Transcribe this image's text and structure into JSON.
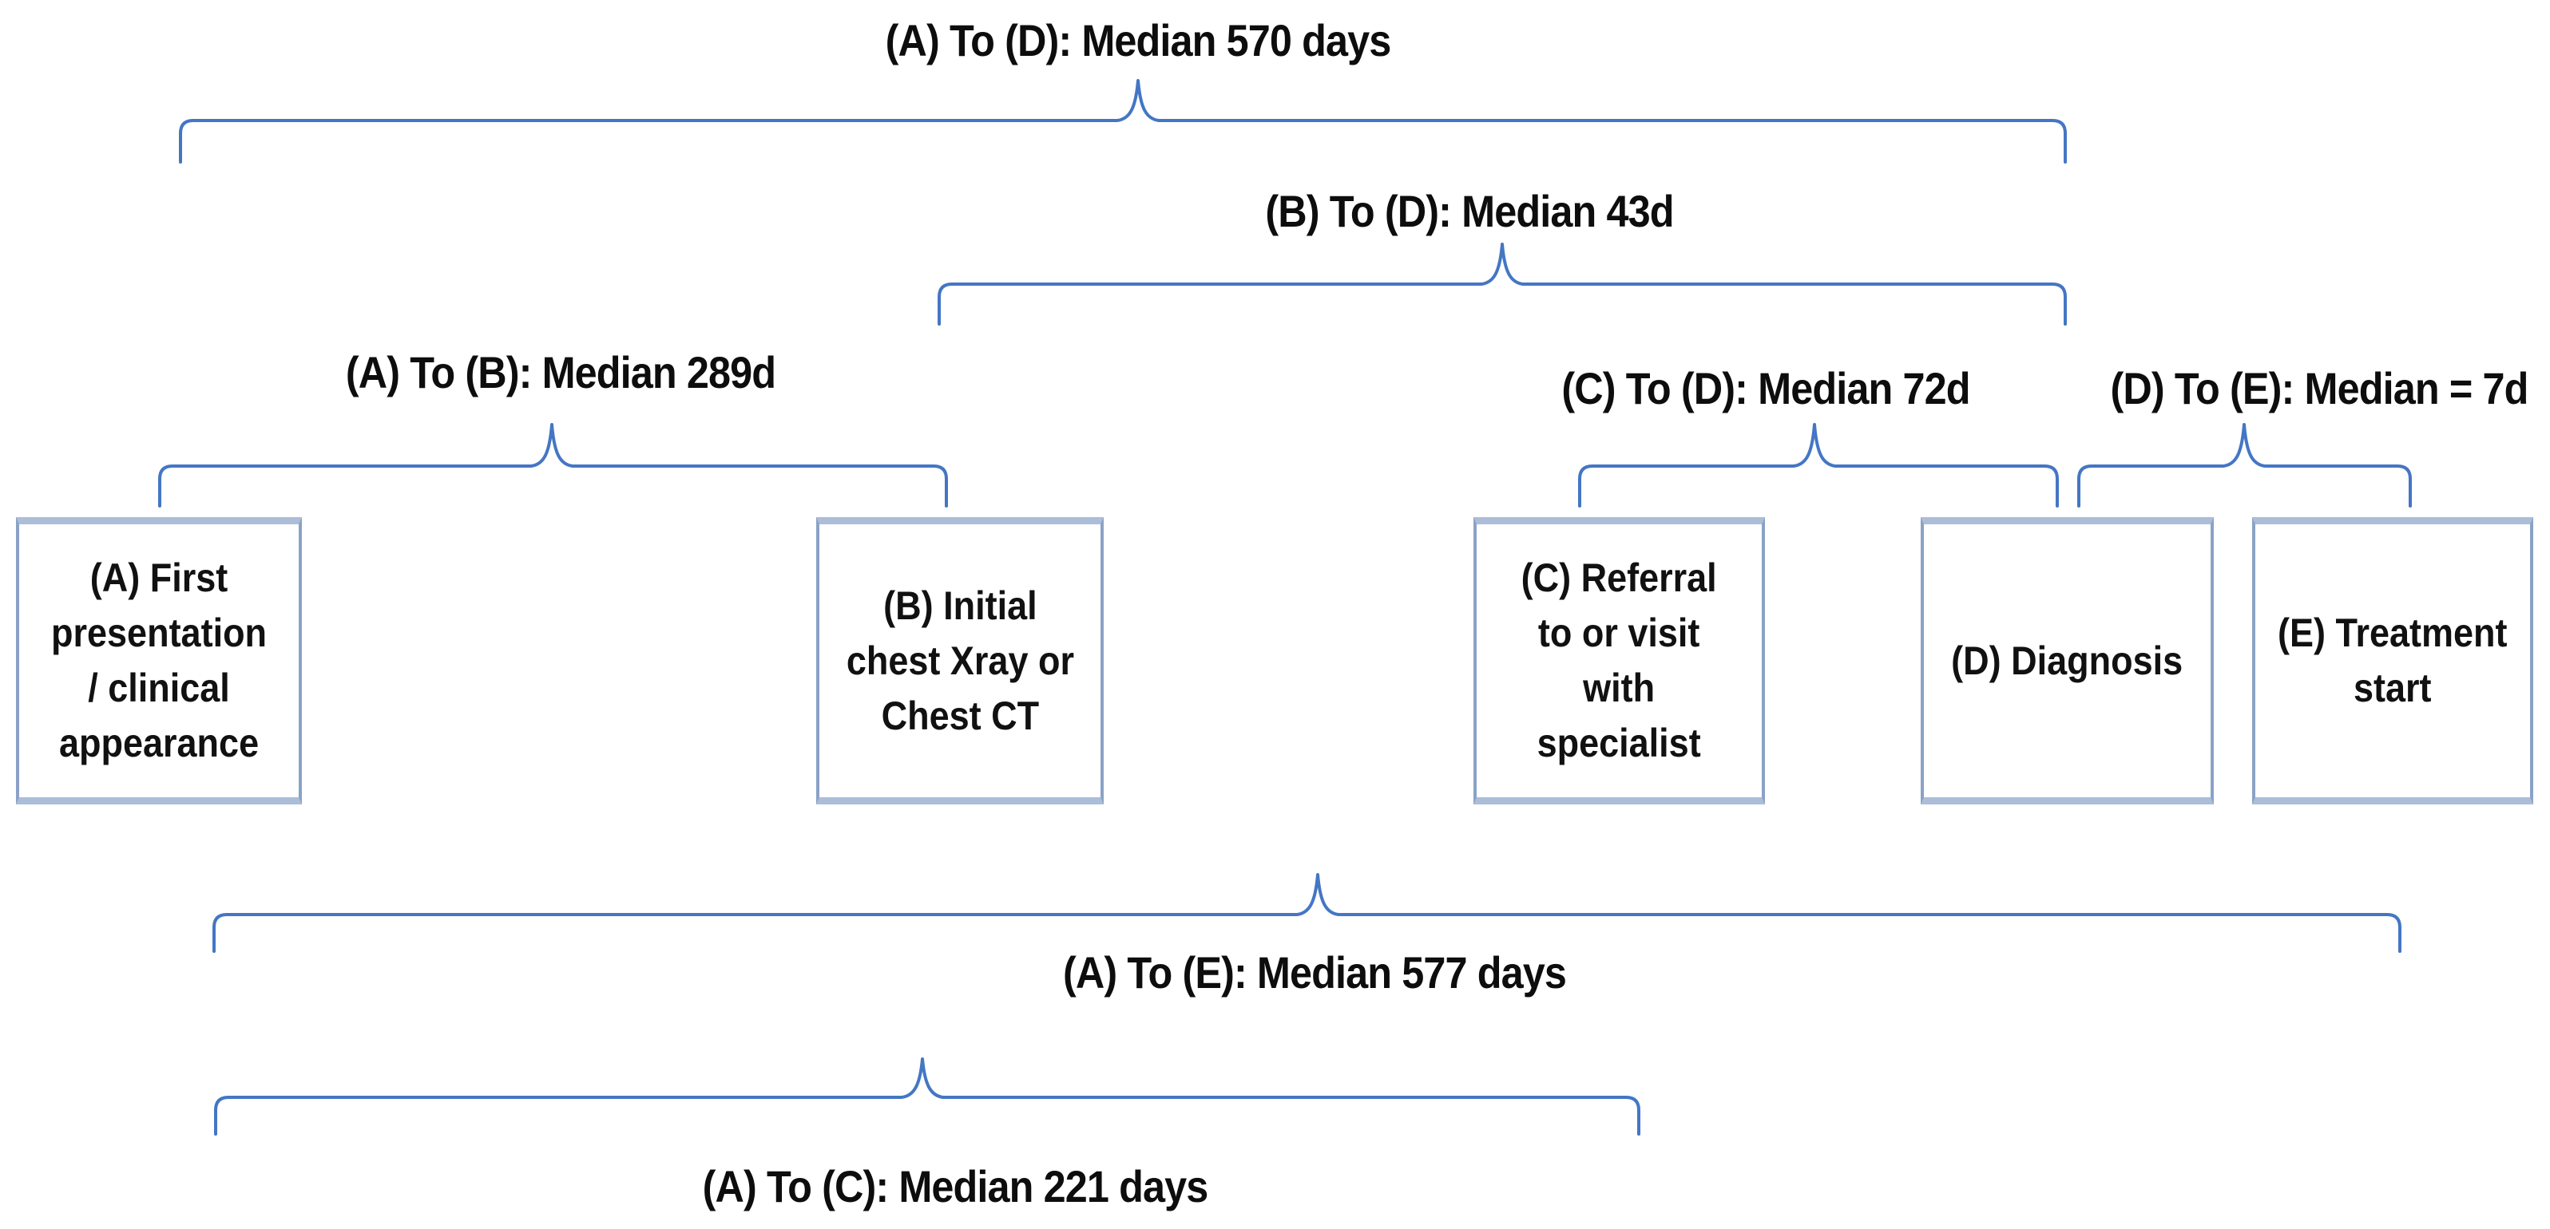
{
  "figure": {
    "type": "patient-pathway-timeline-diagram",
    "colors": {
      "brace_blue": "#4476c4",
      "box_border_side": "#8aa2c6",
      "box_border_top_bottom": "#abbdd9",
      "text": "#111111",
      "background": "#ffffff"
    }
  },
  "nodes": [
    {
      "id": "A",
      "label": "(A) First presentation / clinical appearance",
      "lines": [
        "(A) First",
        "presentation",
        "/ clinical",
        "appearance"
      ]
    },
    {
      "id": "B",
      "label": "(B) Initial chest Xray or Chest CT",
      "lines": [
        "(B) Initial",
        "chest Xray or",
        "Chest CT"
      ]
    },
    {
      "id": "C",
      "label": "(C) Referral to or visit with specialist",
      "lines": [
        "(C) Referral",
        "to or visit",
        "with",
        "specialist"
      ]
    },
    {
      "id": "D",
      "label": "(D) Diagnosis",
      "lines": [
        "(D) Diagnosis"
      ]
    },
    {
      "id": "E",
      "label": "(E) Treatment start",
      "lines": [
        "(E) Treatment",
        "start"
      ]
    }
  ],
  "intervals": [
    {
      "from": "A",
      "to": "D",
      "median_days": 570,
      "label": "(A) To (D): Median 570 days"
    },
    {
      "from": "B",
      "to": "D",
      "median_days": 43,
      "label": "(B) To (D): Median 43d"
    },
    {
      "from": "A",
      "to": "B",
      "median_days": 289,
      "label": "(A) To (B): Median 289d"
    },
    {
      "from": "C",
      "to": "D",
      "median_days": 72,
      "label": "(C) To (D): Median 72d"
    },
    {
      "from": "D",
      "to": "E",
      "median_days": 7,
      "label": "(D) To (E): Median = 7d"
    },
    {
      "from": "A",
      "to": "E",
      "median_days": 577,
      "label": "(A) To (E): Median 577 days"
    },
    {
      "from": "A",
      "to": "C",
      "median_days": 221,
      "label": "(A) To (C): Median 221 days"
    }
  ]
}
